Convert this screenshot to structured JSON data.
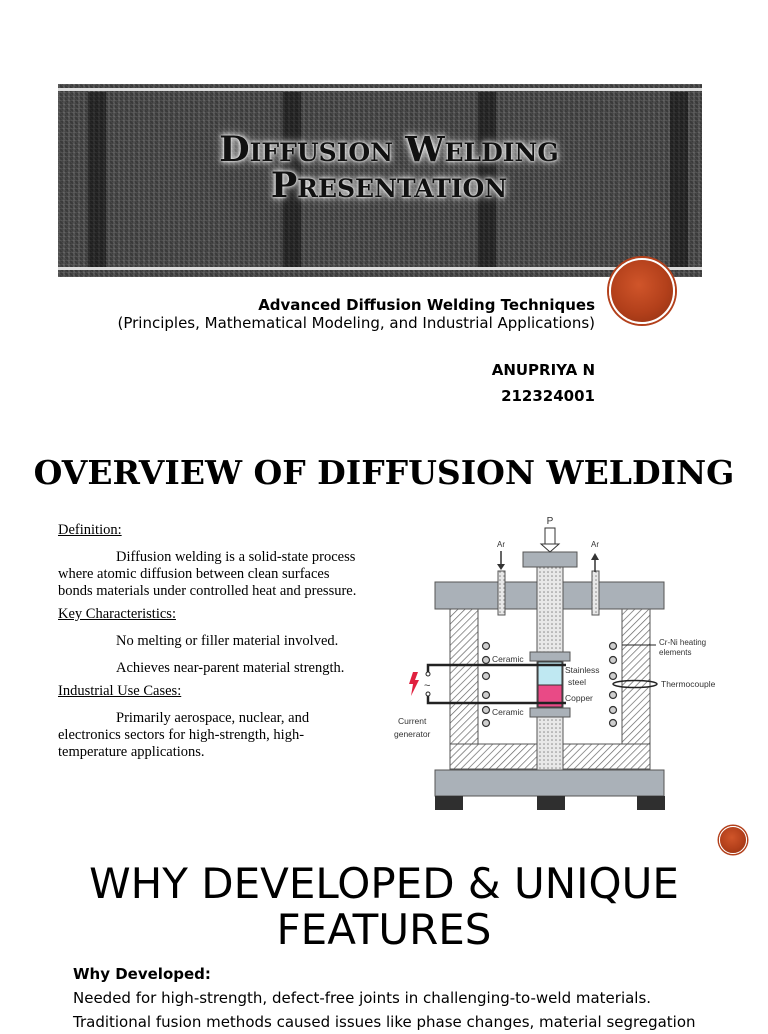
{
  "slide1": {
    "title_line1": "Diffusion Welding",
    "title_line2": "Presentation",
    "subtitle": "Advanced Diffusion Welding Techniques",
    "subtitle2": "(Principles, Mathematical Modeling, and Industrial Applications)",
    "author": "ANUPRIYA N",
    "roll": "212324001",
    "accent": "#b3401b"
  },
  "slide2": {
    "title": "OVERVIEW OF DIFFUSION WELDING",
    "def_heading": "Definition:",
    "def_text": "Diffusion welding is a solid-state process where atomic diffusion between clean surfaces bonds materials under controlled heat and pressure.",
    "char_heading": "Key Characteristics:",
    "char_1": "No melting or filler material involved.",
    "char_2": "Achieves near-parent material strength.",
    "use_heading": "Industrial Use Cases:",
    "use_text": "Primarily aerospace, nuclear, and electronics sectors for high-strength, high-temperature applications.",
    "diagram": {
      "p": "P",
      "ar_left": "Ar",
      "ar_right": "Ar",
      "heating": "Cr-Ni heating",
      "heating2": "elements",
      "thermo": "Thermocouple",
      "ceramic_top": "Ceramic",
      "ceramic_bottom": "Ceramic",
      "stainless": "Stainless",
      "steel": "steel",
      "copper": "Copper",
      "current": "Current",
      "generator": "generator",
      "tilde": "~"
    }
  },
  "slide3": {
    "title_line1": "WHY DEVELOPED & UNIQUE",
    "title_line2": "FEATURES",
    "why_heading": "Why Developed:",
    "line1": "Needed for high-strength, defect-free joints in challenging-to-weld materials.",
    "line2": "Traditional fusion methods caused issues like phase changes, material segregation"
  }
}
